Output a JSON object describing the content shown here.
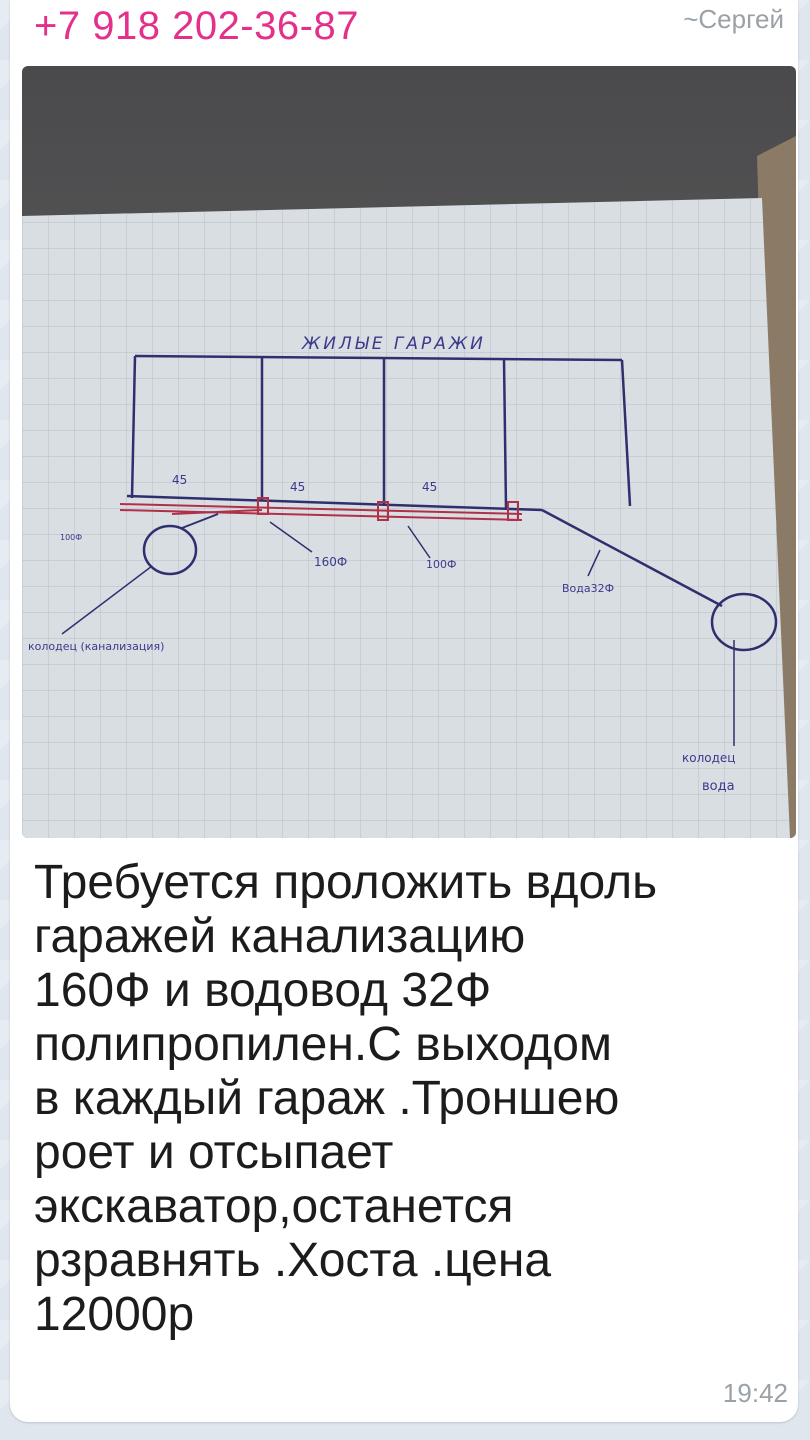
{
  "message": {
    "sender_phone": "+7 918 202-36-87",
    "sender_name": "~Сергей",
    "time": "19:42",
    "caption_lines": [
      "Требуется проложить вдоль",
      "гаражей канализацию",
      "160Ф  и водовод 32Ф",
      "полипропилен.С выходом",
      "в каждый гараж .Троншею",
      "роет и отсыпает",
      "экскаватор,останется",
      "рзравнять .Хоста .цена",
      "12000р"
    ]
  },
  "sketch": {
    "title": "ЖИЛЫЕ ГАРАЖИ",
    "segment_labels": [
      "45",
      "45",
      "45"
    ],
    "pipe_label_1": "160Ф",
    "pipe_label_2": "100Ф",
    "water_label": "Вода32Ф",
    "small_label": "100Ф",
    "well_left_label": "колодец (канализация)",
    "well_right_label_1": "колодец",
    "well_right_label_2": "вода"
  },
  "colors": {
    "phone": "#e4308a",
    "meta": "#9aa2a8",
    "pen": "#3a3a8c",
    "red_pen": "#b0304a"
  }
}
